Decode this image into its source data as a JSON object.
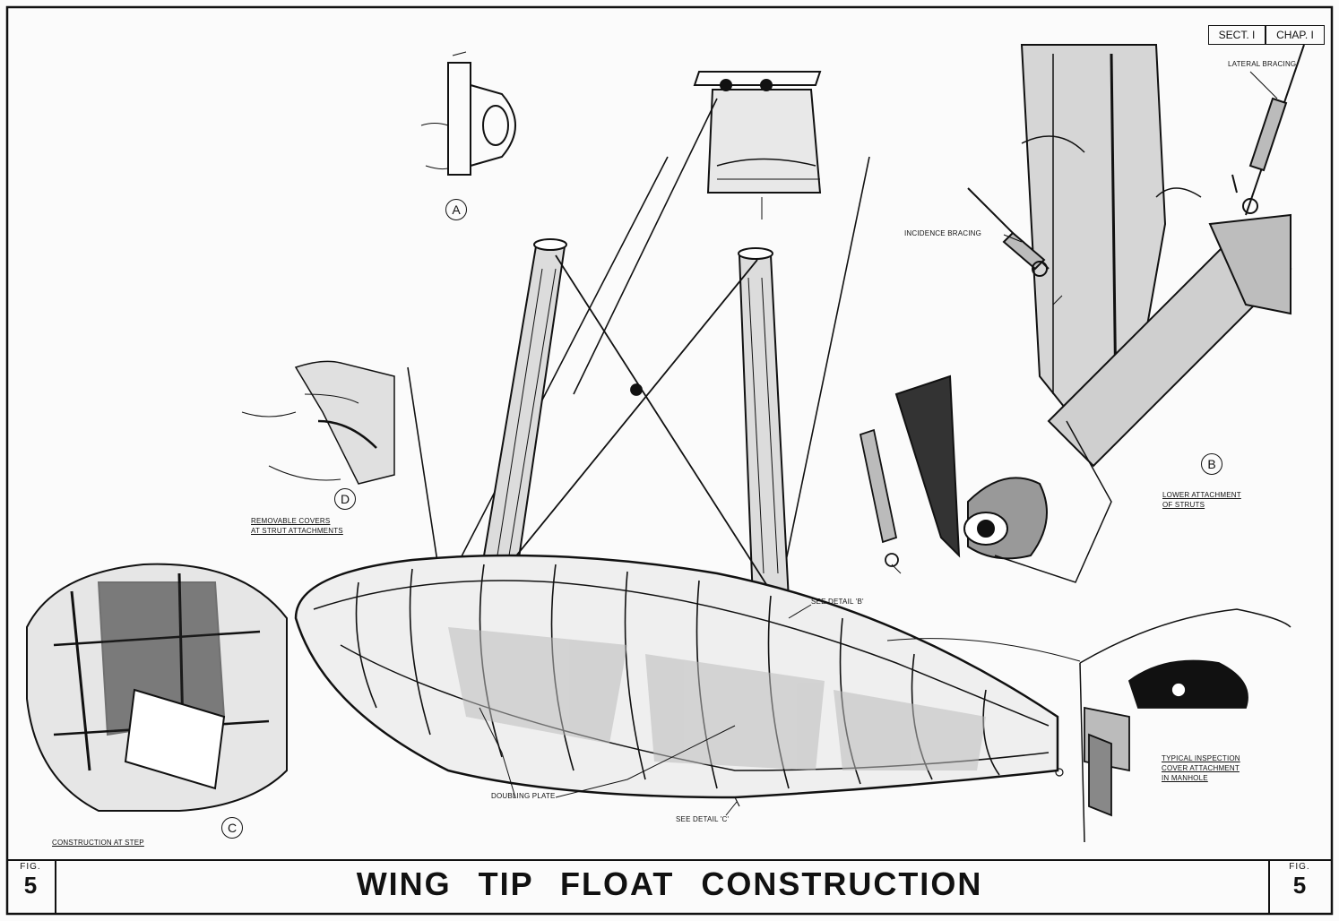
{
  "header": {
    "sect": "SECT. I",
    "chap": "CHAP. I"
  },
  "figure": {
    "label": "FIG.",
    "number": "5"
  },
  "title": "WING TIP FLOAT CONSTRUCTION",
  "details": {
    "a": "A",
    "b": "B",
    "c": "C",
    "d": "D"
  },
  "labels": {
    "lateral_bracing": "LATERAL BRACING",
    "incidence_bracing": "INCIDENCE BRACING",
    "lower_attachment_1": "LOWER ATTACHMENT",
    "lower_attachment_2": "OF STRUTS",
    "removable_covers_1": "REMOVABLE COVERS",
    "removable_covers_2": "AT STRUT ATTACHMENTS",
    "see_detail_b": "SEE DETAIL 'B'",
    "see_detail_c": "SEE DETAIL 'C'",
    "doubling_plate": "DOUBLING PLATE",
    "construction_at_step": "CONSTRUCTION AT STEP",
    "typical_1": "TYPICAL INSPECTION",
    "typical_2": "COVER ATTACHMENT",
    "typical_3": "IN MANHOLE"
  }
}
